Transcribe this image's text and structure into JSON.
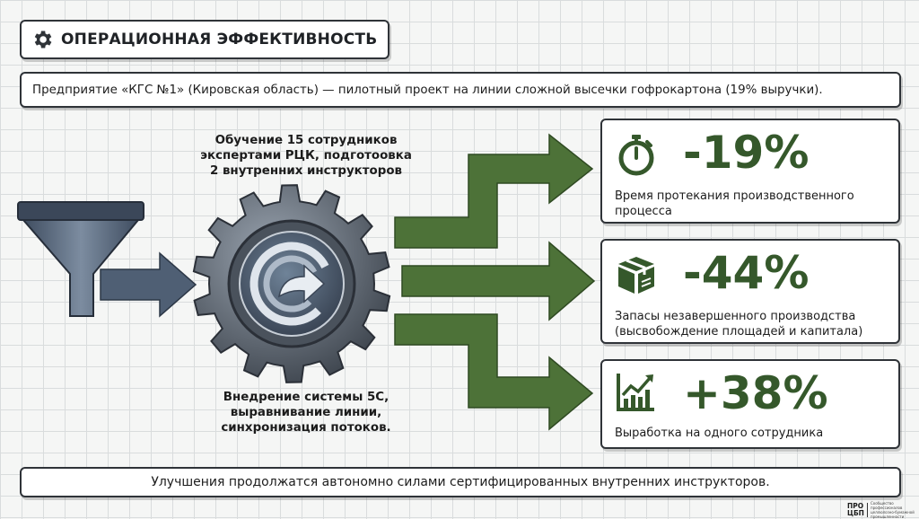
{
  "header": {
    "title": "ОПЕРАЦИОННАЯ ЭФФЕКТИВНОСТЬ",
    "icon": "gear-icon"
  },
  "intro": "Предприятие «КГС №1» (Кировская область) — пилотный проект на линии сложной высечки гофрокартона (19% выручки).",
  "diagram": {
    "top_caption": [
      "Обучение 15 сотрудников",
      "экспертами РЦК, подготоовка",
      "2 внутренних инструкторов"
    ],
    "bottom_caption": [
      "Внедрение системы 5С,",
      "выравнивание линии,",
      "синхронизация потоков."
    ]
  },
  "results": [
    {
      "value": "-19%",
      "label_lines": [
        "Время протекания производственного",
        "процесса"
      ],
      "icon": "stopwatch-icon"
    },
    {
      "value": "-44%",
      "label_lines": [
        "Запасы незавершенного производства",
        "(высвобождение площадей и капитала)"
      ],
      "icon": "box-icon"
    },
    {
      "value": "+38%",
      "label_lines": [
        "Выработка на одного сотрудника"
      ],
      "icon": "growth-chart-icon"
    }
  ],
  "footer": "Улучшения продолжатся автономно силами сертифицированных внутренних инструкторов.",
  "logo": {
    "mark": [
      "ПРО",
      "ЦБП"
    ],
    "text": "Сообщество профессионалов целлюлозно-бумажной промышленности"
  },
  "colors": {
    "accent_green": "#35582b",
    "arrow_green": "#4d7238",
    "funnel_blue": "#4f5f74",
    "gear_dark": "#525a64"
  }
}
